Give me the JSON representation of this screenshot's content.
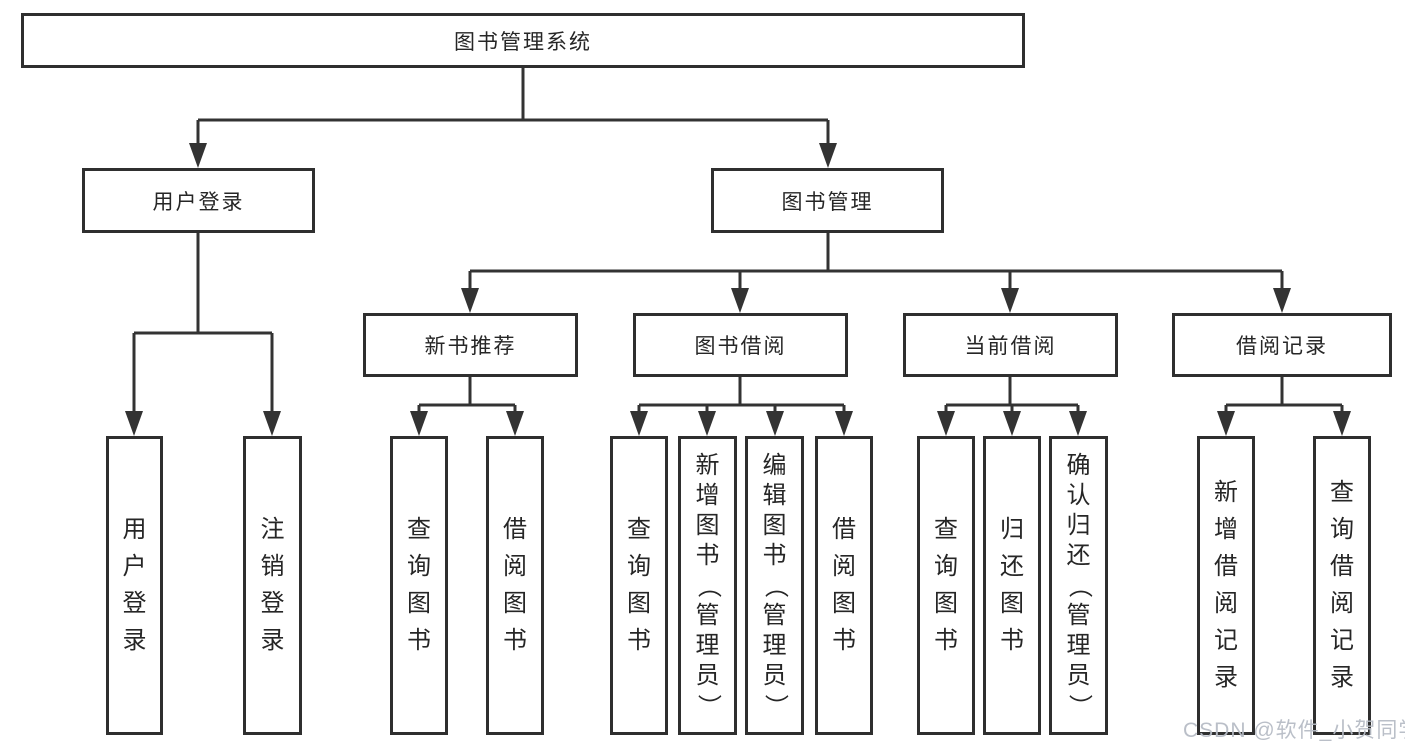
{
  "diagram": {
    "root_label": "图书管理系统",
    "branches": [
      {
        "label": "用户登录",
        "children": [
          "用户登录",
          "注销登录"
        ]
      },
      {
        "label": "图书管理",
        "modules": [
          {
            "label": "新书推荐",
            "children": [
              "查询图书",
              "借阅图书"
            ]
          },
          {
            "label": "图书借阅",
            "children": [
              "查询图书",
              "新增图书（管理员）",
              "编辑图书（管理员）",
              "借阅图书"
            ]
          },
          {
            "label": "当前借阅",
            "children": [
              "查询图书",
              "归还图书",
              "确认归还（管理员）"
            ]
          },
          {
            "label": "借阅记录",
            "children": [
              "新增借阅记录",
              "查询借阅记录"
            ]
          }
        ]
      }
    ]
  },
  "watermark": "CSDN @软件_小贺同学",
  "colors": {
    "line": "#333333",
    "box_border": "#2f2f2f",
    "text": "#262626",
    "watermark": "#b6bcc5",
    "background": "#ffffff"
  }
}
